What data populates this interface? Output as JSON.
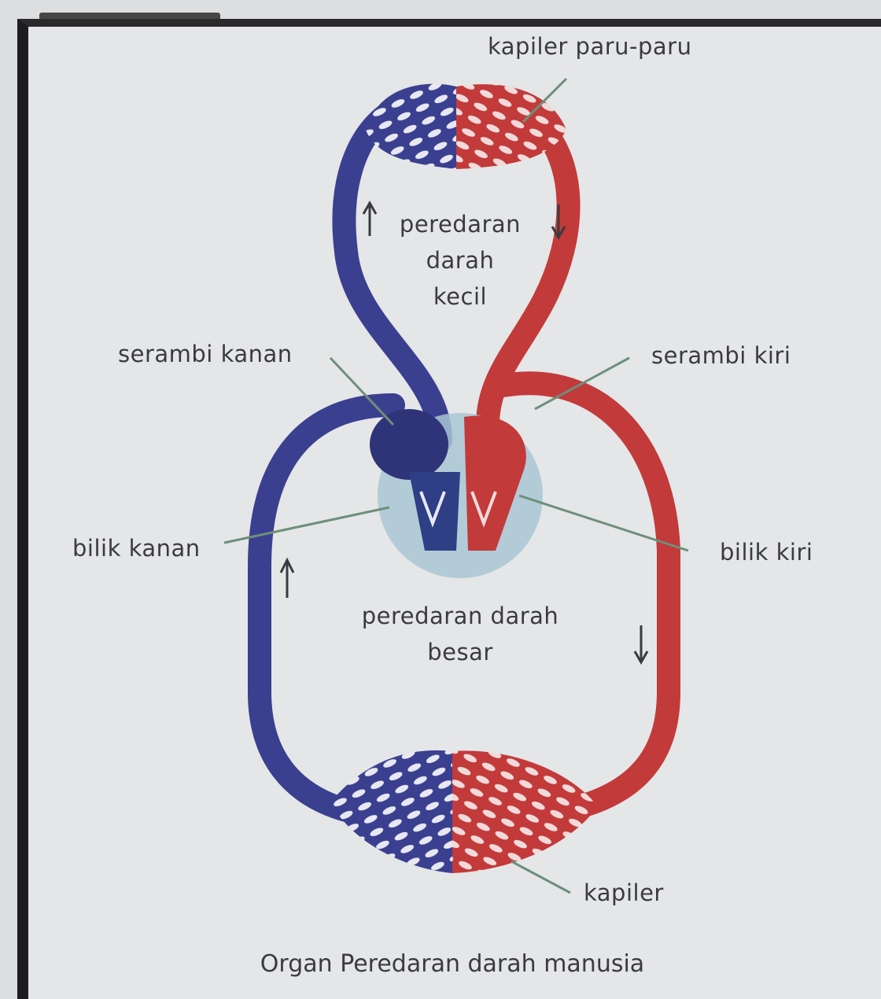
{
  "labels": {
    "pulmonary_capillary": "kapiler paru-paru",
    "pulmonary_circulation": [
      "peredaran",
      "darah",
      "kecil"
    ],
    "right_atrium": "serambi kanan",
    "left_atrium": "serambi kiri",
    "right_ventricle": "bilik kanan",
    "left_ventricle": "bilik kiri",
    "systemic_circulation": [
      "peredaran darah",
      "besar"
    ],
    "capillary": "kapiler"
  },
  "caption": "Organ Peredaran darah manusia",
  "colors": {
    "deoxygenated": "#3b3f8f",
    "oxygenated": "#c23a3a",
    "heart_outline": "#a9c6d3",
    "label_line": "#6e8f7a"
  }
}
